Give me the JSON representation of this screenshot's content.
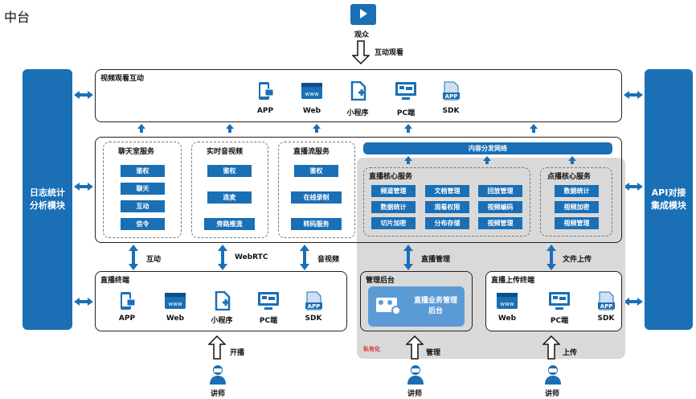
{
  "title": "中台",
  "audience": {
    "label": "观众",
    "arrow_label": "互动观看"
  },
  "left_module": "日志统计分析模块",
  "right_module": "API对接集成模块",
  "viewer": {
    "title": "视频观看互动",
    "items": [
      "APP",
      "Web",
      "小程序",
      "PC端",
      "SDK"
    ]
  },
  "chat": {
    "title": "聊天室服务",
    "items": [
      "鉴权",
      "聊天",
      "互动",
      "信令"
    ]
  },
  "rtc": {
    "title": "实时音视频",
    "items": [
      "鉴权",
      "连麦",
      "旁路推流"
    ]
  },
  "stream": {
    "title": "直播流服务",
    "items": [
      "鉴权",
      "在线录制",
      "转码服务"
    ]
  },
  "cdn": "内容分发网络",
  "live_core": {
    "title": "直播核心服务",
    "items": [
      "频道管理",
      "文档管理",
      "回放管理",
      "数据统计",
      "观看权限",
      "视频编码",
      "切片加密",
      "分布存储",
      "视频管理"
    ]
  },
  "vod_core": {
    "title": "点播核心服务",
    "items": [
      "数据统计",
      "视频加密",
      "视频管理"
    ]
  },
  "links": [
    "互动",
    "WebRTC",
    "音视频",
    "直播管理",
    "文件上传"
  ],
  "live_terminal": {
    "title": "直播终端",
    "items": [
      "APP",
      "Web",
      "小程序",
      "PC端",
      "SDK"
    ]
  },
  "admin": {
    "title": "管理后台",
    "panel": "直播业务管理后台"
  },
  "upload_terminal": {
    "title": "直播上传终端",
    "items": [
      "Web",
      "PC端",
      "SDK"
    ]
  },
  "private_label": "私有化",
  "actors": [
    {
      "label": "讲师",
      "action": "开播"
    },
    {
      "label": "讲师",
      "action": "管理"
    },
    {
      "label": "讲师",
      "action": "上传"
    }
  ],
  "colors": {
    "primary": "#1a6fb5",
    "private_bg": "#d9d9d9",
    "private_text": "#e03030"
  }
}
